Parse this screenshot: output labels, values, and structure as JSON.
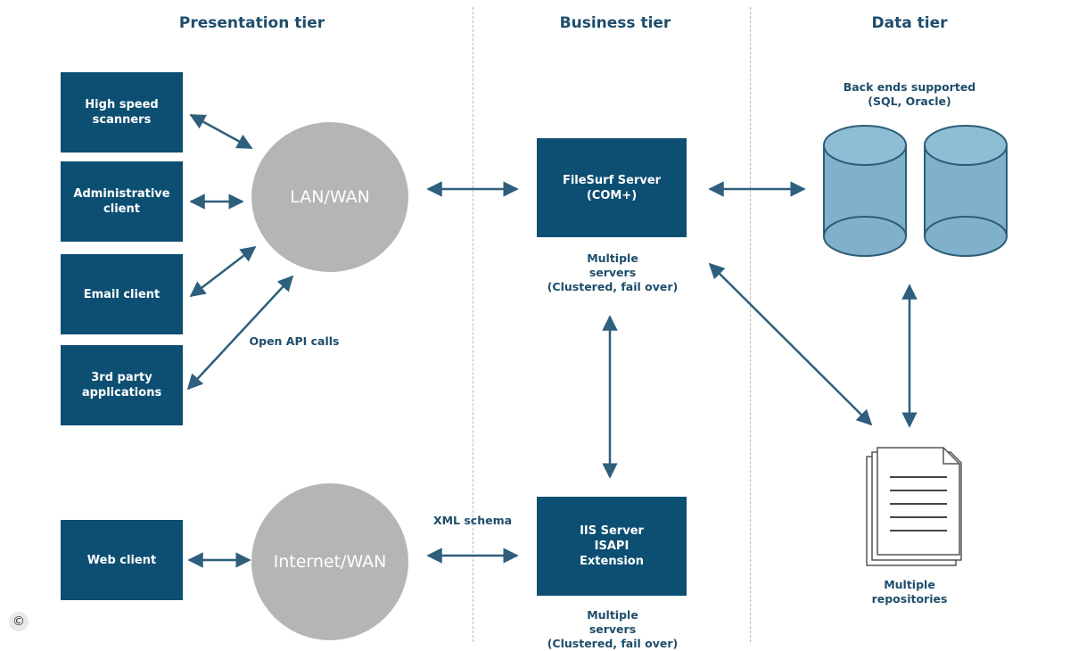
{
  "tiers": {
    "presentation": "Presentation tier",
    "business": "Business tier",
    "data": "Data tier"
  },
  "presentation": {
    "clients": [
      "High speed\nscanners",
      "Administrative\nclient",
      "Email client",
      "3rd party\napplications"
    ],
    "web_client": "Web client",
    "lan_wan": "LAN/WAN",
    "internet_wan": "Internet/WAN",
    "open_api_label": "Open API calls"
  },
  "business": {
    "filesurf_server": "FileSurf Server\n(COM+)",
    "filesurf_note": "Multiple\nservers\n(Clustered, fail over)",
    "iis_server": "IIS Server\nISAPI\nExtension",
    "iis_note": "Multiple\nservers\n(Clustered, fail over)",
    "xml_label": "XML schema"
  },
  "data": {
    "backends_label": "Back ends supported\n(SQL, Oracle)",
    "repositories_label": "Multiple\nrepositories"
  },
  "colors": {
    "box": "#0d4f72",
    "circle": "#b5b5b5",
    "arrow": "#2e5f7c",
    "database": "#7fb1cc",
    "text": "#1e4d6b"
  },
  "copyright_symbol": "©"
}
